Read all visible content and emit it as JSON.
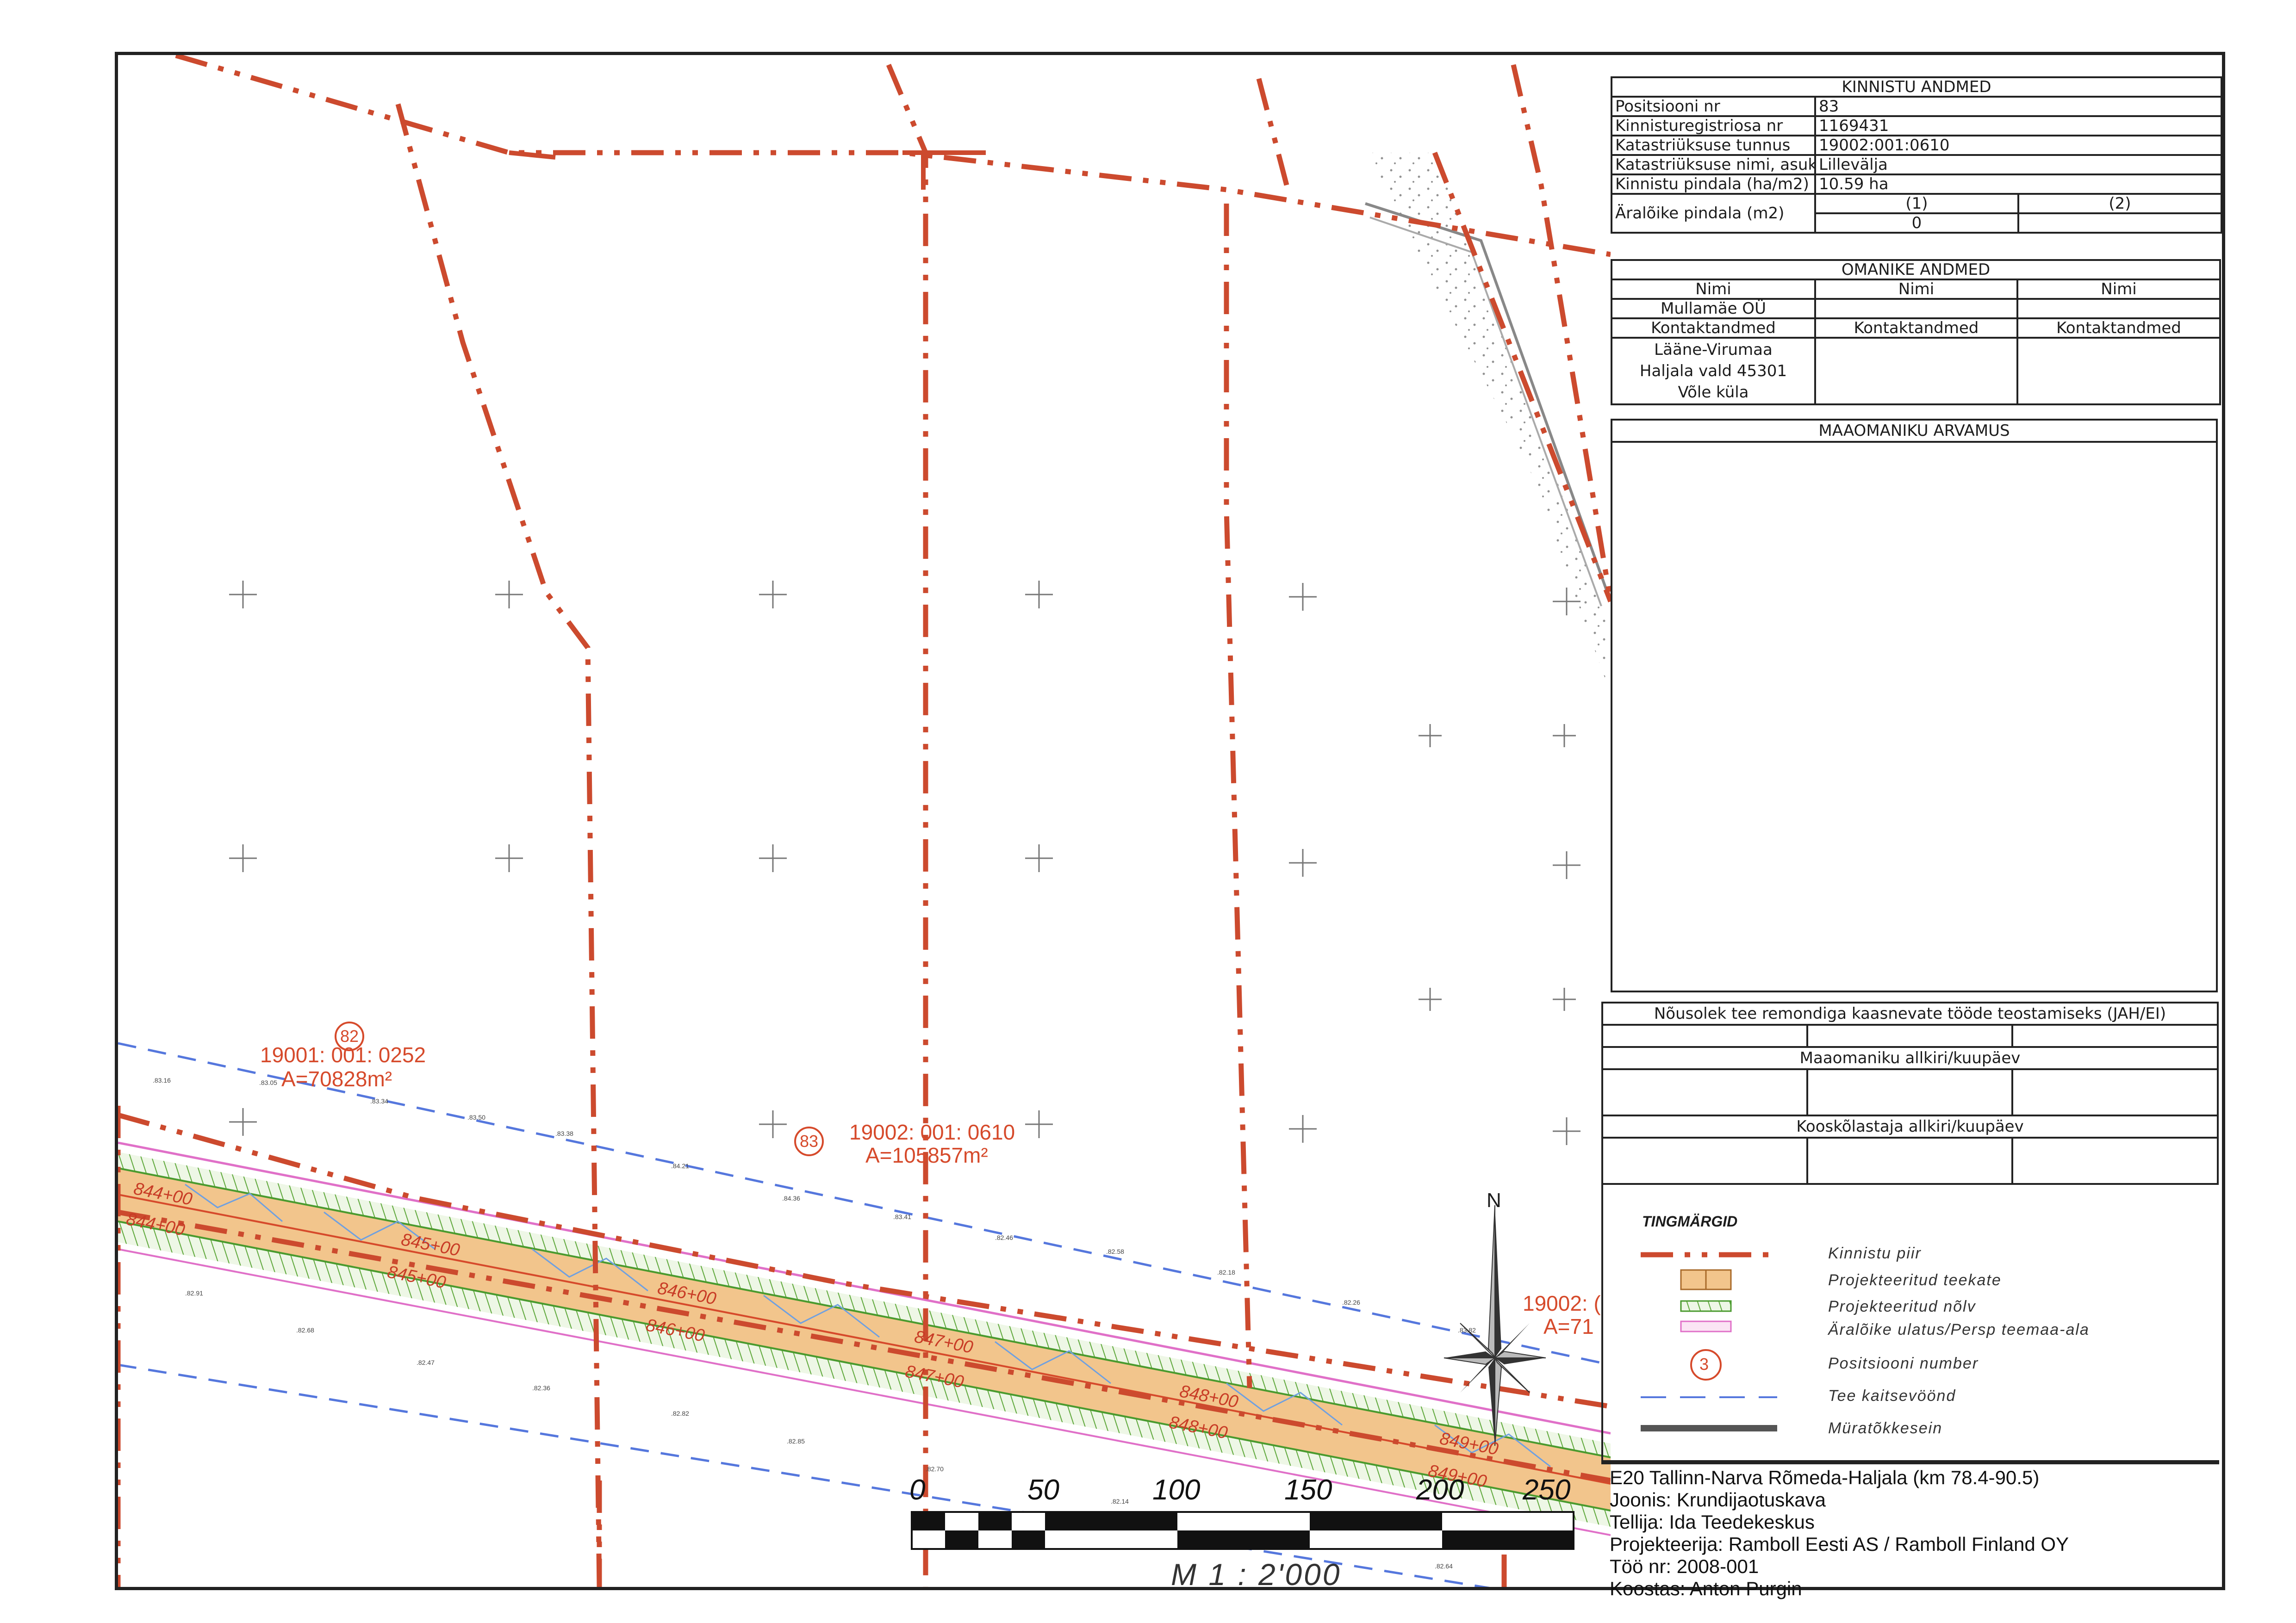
{
  "property": {
    "title": "KINNISTU ANDMED",
    "rows": [
      {
        "label": "Positsiooni nr",
        "value": "83"
      },
      {
        "label": "Kinnisturegistriosa nr",
        "value": "1169431"
      },
      {
        "label": "Katastriüksuse tunnus",
        "value": "19002:001:0610"
      },
      {
        "label": "Katastriüksuse nimi, asuk",
        "value": "Lillevälja"
      },
      {
        "label": "Kinnistu pindala (ha/m2)",
        "value": "10.59 ha"
      }
    ],
    "expropriation_label": "Äralõike pindala (m2)",
    "col1": "(1)",
    "col2": "(2)",
    "col1_value": "0"
  },
  "owners": {
    "title": "OMANIKE ANDMED",
    "name_header": "Nimi",
    "contact_header": "Kontaktandmed",
    "owner_name": "Mullamäe OÜ",
    "address_lines": [
      "Lääne-Virumaa",
      "Haljala vald 45301",
      "Võle küla"
    ]
  },
  "opinion_title": "MAAOMANIKU ARVAMUS",
  "consent": {
    "question": "Nõusolek tee remondiga kaasnevate tööde teostamiseks (JAH/EI)",
    "owner_sign": "Maaomaniku allkiri/kuupäev",
    "approver_sign": "Kooskõlastaja allkiri/kuupäev"
  },
  "legend": {
    "title": "TINGMÄRGID",
    "items": [
      {
        "label": "Kinnistu piir",
        "color": "#cc4a2e",
        "icon": "dash-dot-line"
      },
      {
        "label": "Projekteeritud teekate",
        "color": "#f2c58c",
        "icon": "filled-rect"
      },
      {
        "label": "Projekteeritud nõlv",
        "color": "#7fbf5a",
        "icon": "hatched-rect"
      },
      {
        "label": "Äralõike ulatus/Persp teemaa-ala",
        "color": "#e070c8",
        "icon": "magenta-rect"
      },
      {
        "label": "Positsiooni number",
        "color": "#d64a2b",
        "icon": "circle-3"
      },
      {
        "label": "Tee kaitsevöönd",
        "color": "#5577dd",
        "icon": "blue-dashed-line"
      },
      {
        "label": "Müratõkkesein",
        "color": "#333333",
        "icon": "wall-line"
      }
    ],
    "circle_number": "3"
  },
  "titleblock": {
    "project": "E20 Tallinn-Narva Rõmeda-Haljala (km 78.4-90.5)",
    "drawing": "Joonis: Krundijaotuskava",
    "client": "Tellija: Ida Teedekeskus",
    "designer": "Projekteerija: Ramboll Eesti AS / Ramboll Finland OY",
    "job": "Töö nr: 2008-001",
    "author": "Koostas: Anton Purgin"
  },
  "map": {
    "parcels": [
      {
        "number": "82",
        "id": "19001: 001: 0252",
        "area": "A=70828m²"
      },
      {
        "number": "83",
        "id": "19002: 001: 0610",
        "area": "A=105857m²"
      },
      {
        "id_partial": "19002: (",
        "area_partial": "A=71"
      }
    ],
    "stations": [
      "844+00",
      "844+00",
      "845+00",
      "845+00",
      "846+00",
      "846+00",
      "847+00",
      "847+00",
      "848+00",
      "848+00",
      "849+00",
      "849+00"
    ],
    "north": "N",
    "scale_ticks": [
      "0",
      "50",
      "100",
      "150",
      "200",
      "250"
    ],
    "scale_ratio": "M 1 : 2'000",
    "colors": {
      "boundary": "#cc4a2e",
      "road": "#f2c58c",
      "slope": "#7fbf5a",
      "expropriation": "#e070c8",
      "buffer": "#5577dd"
    }
  }
}
